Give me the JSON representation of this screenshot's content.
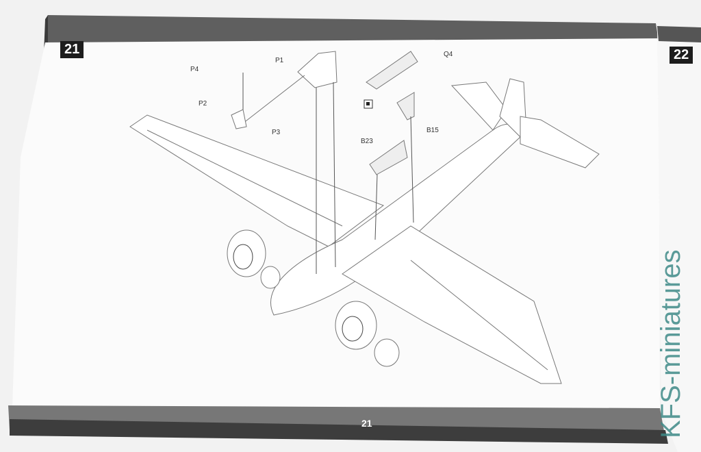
{
  "page": {
    "step_left": "21",
    "step_right": "22",
    "page_number": "21"
  },
  "parts": {
    "p1": "P1",
    "p2": "P2",
    "p3": "P3",
    "p4": "P4",
    "q4": "Q4",
    "b15": "B15",
    "b23": "B23"
  },
  "watermark": "KFS-miniatures",
  "colors": {
    "band": "#6e6e6e",
    "step_badge": "#1d1d1d",
    "watermark": "#3f8a88"
  }
}
